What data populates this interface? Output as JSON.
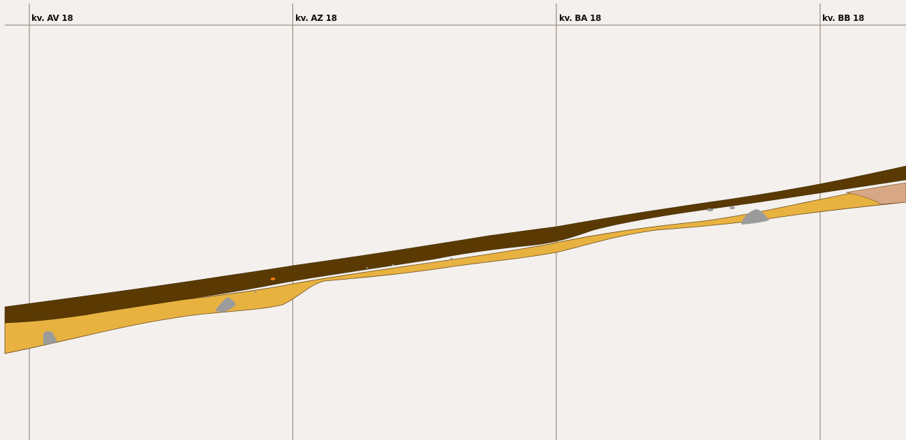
{
  "grid_labels": [
    "kv. AV 18",
    "kv. AZ 18",
    "kv. BA 18",
    "kv. BB 18"
  ],
  "colors": {
    "background": "#f3f0ed",
    "grid_line": "#8a7a6c",
    "topsoil_layer": "#5a3a02",
    "sand_layer": "#e8b241",
    "clay_layer": "#d8a786",
    "stone": "#9b9b9b",
    "find_marker": "#f07a12",
    "outline": "#6b4a1a"
  },
  "layers": [
    "topsoil",
    "sand",
    "clay",
    "stones"
  ]
}
